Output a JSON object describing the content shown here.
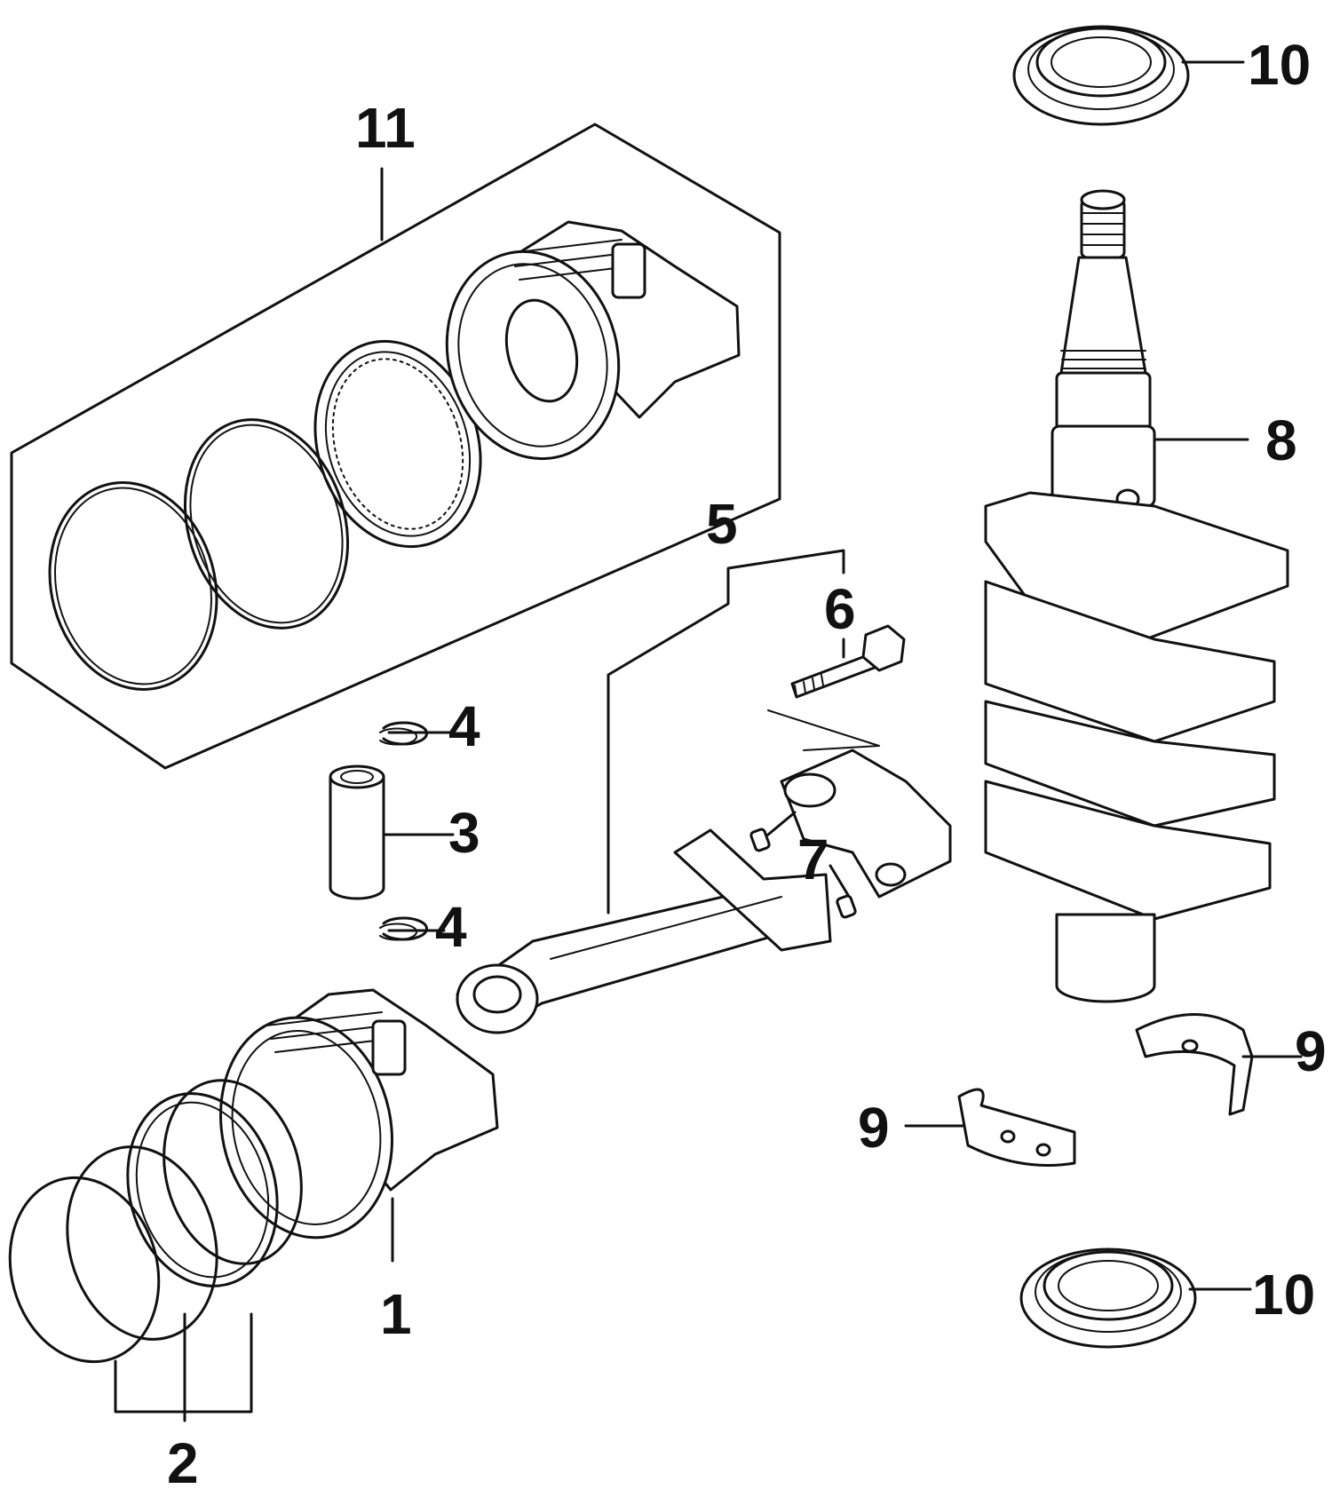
{
  "callouts": {
    "c1": "1",
    "c2": "2",
    "c3": "3",
    "c4a": "4",
    "c4b": "4",
    "c5": "5",
    "c6": "6",
    "c7": "7",
    "c8": "8",
    "c9a": "9",
    "c9b": "9",
    "c10a": "10",
    "c10b": "10",
    "c11": "11"
  },
  "colors": {
    "ink": "#111111",
    "paper": "#ffffff"
  }
}
